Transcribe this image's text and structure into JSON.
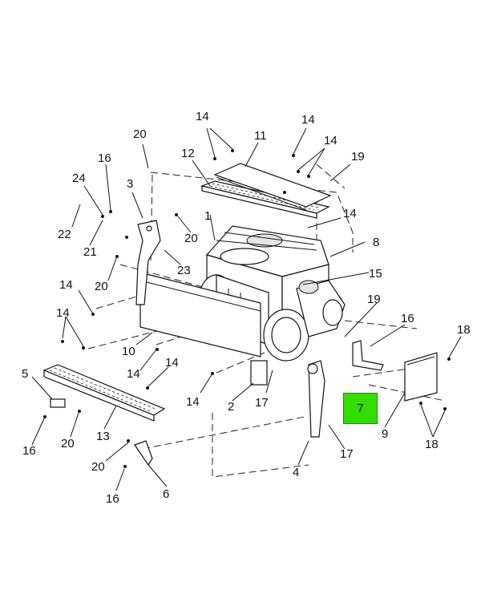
{
  "diagram": {
    "highlight": {
      "label": "7",
      "color": "#33dd00"
    },
    "footer": {
      "left": "",
      "right": ""
    },
    "callouts": [
      {
        "id": "c14a",
        "text": "14"
      },
      {
        "id": "c11",
        "text": "11"
      },
      {
        "id": "c14b",
        "text": "14"
      },
      {
        "id": "c14c",
        "text": "14"
      },
      {
        "id": "c19a",
        "text": "19"
      },
      {
        "id": "c20a",
        "text": "20"
      },
      {
        "id": "c12",
        "text": "12"
      },
      {
        "id": "c16a",
        "text": "16"
      },
      {
        "id": "c24",
        "text": "24"
      },
      {
        "id": "c3",
        "text": "3"
      },
      {
        "id": "c1",
        "text": "1"
      },
      {
        "id": "c14d",
        "text": "14"
      },
      {
        "id": "c22",
        "text": "22"
      },
      {
        "id": "c21",
        "text": "21"
      },
      {
        "id": "c20b",
        "text": "20"
      },
      {
        "id": "c8",
        "text": "8"
      },
      {
        "id": "c23",
        "text": "23"
      },
      {
        "id": "c20c",
        "text": "20"
      },
      {
        "id": "c15",
        "text": "15"
      },
      {
        "id": "c14e",
        "text": "14"
      },
      {
        "id": "c19b",
        "text": "19"
      },
      {
        "id": "c14f",
        "text": "14"
      },
      {
        "id": "c16b",
        "text": "16"
      },
      {
        "id": "c18a",
        "text": "18"
      },
      {
        "id": "c10",
        "text": "10"
      },
      {
        "id": "c14g",
        "text": "14"
      },
      {
        "id": "c14h",
        "text": "14"
      },
      {
        "id": "c5",
        "text": "5"
      },
      {
        "id": "c14i",
        "text": "14"
      },
      {
        "id": "c2",
        "text": "2"
      },
      {
        "id": "c17a",
        "text": "17"
      },
      {
        "id": "c9",
        "text": "9"
      },
      {
        "id": "c13",
        "text": "13"
      },
      {
        "id": "c20d",
        "text": "20"
      },
      {
        "id": "c16c",
        "text": "16"
      },
      {
        "id": "c18b",
        "text": "18"
      },
      {
        "id": "c17b",
        "text": "17"
      },
      {
        "id": "c20e",
        "text": "20"
      },
      {
        "id": "c4",
        "text": "4"
      },
      {
        "id": "c6",
        "text": "6"
      },
      {
        "id": "c16d",
        "text": "16"
      }
    ]
  }
}
